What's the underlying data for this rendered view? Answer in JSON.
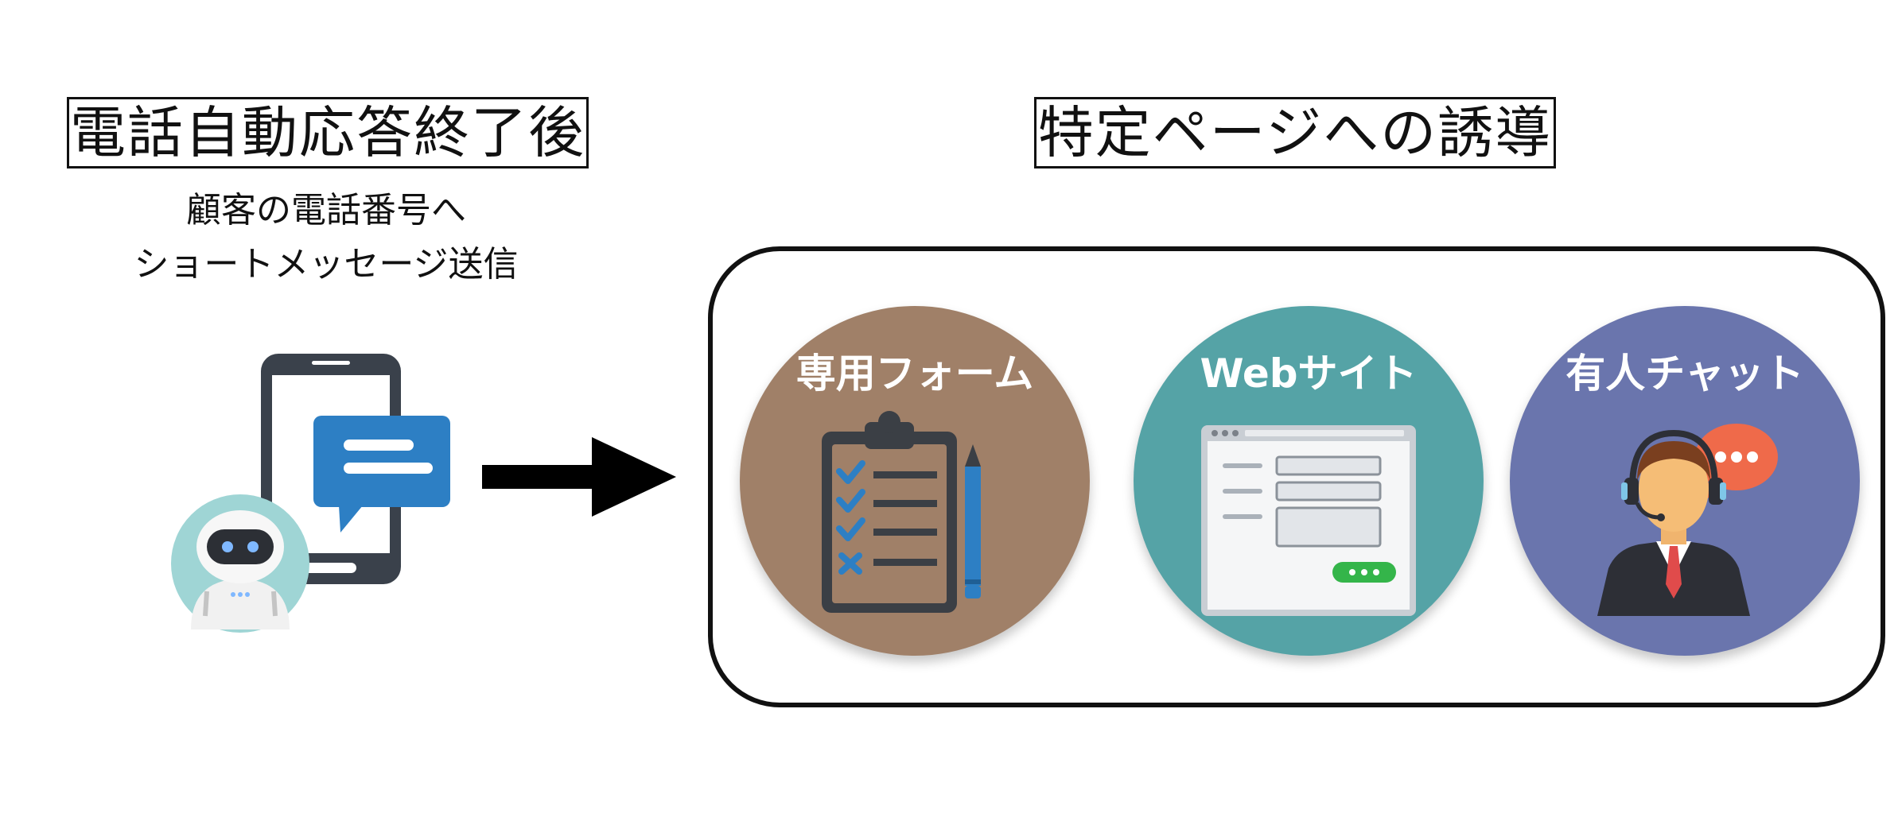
{
  "left_section": {
    "title": "電話自動応答終了後",
    "subtitle_line1": "顧客の電話番号へ",
    "subtitle_line2": "ショートメッセージ送信"
  },
  "right_section": {
    "title": "特定ページへの誘導",
    "options": [
      {
        "label": "専用フォーム",
        "icon": "clipboard-checklist-icon",
        "color": "#a08068"
      },
      {
        "label": "Webサイト",
        "icon": "browser-form-icon",
        "color": "#55a3a6"
      },
      {
        "label": "有人チャット",
        "icon": "operator-headset-icon",
        "color": "#6a75ad"
      }
    ]
  },
  "colors": {
    "phone": "#3a414b",
    "message_bubble": "#2d7fc4",
    "robot_bg": "#9fd5d5",
    "arrow": "#000000",
    "chat_bubble": "#ef6a4a",
    "button_green": "#34b54a"
  }
}
